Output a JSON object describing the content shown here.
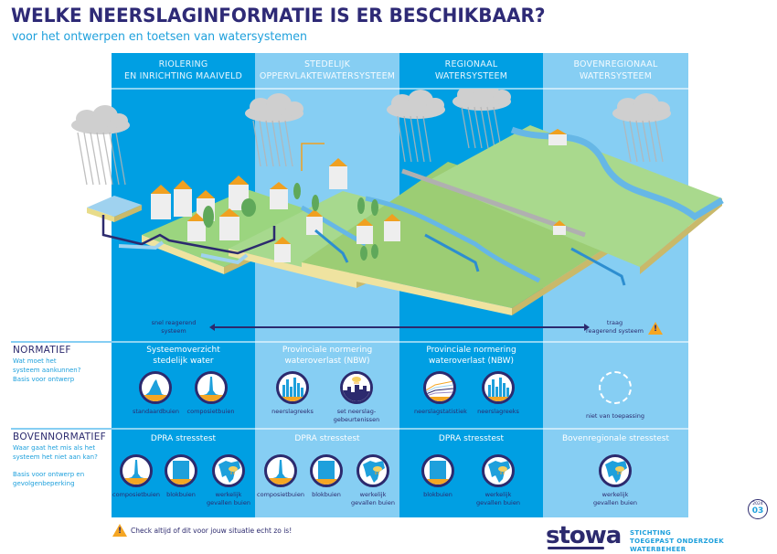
{
  "header": {
    "title": "WELKE NEERSLAGINFORMATIE IS ER BESCHIKBAAR?",
    "subtitle": "voor het ontwerpen en toetsen van watersystemen"
  },
  "colors": {
    "dark_blue": "#009fe3",
    "light_blue": "#86cef3",
    "navy": "#2c2a6e",
    "accent_cyan": "#1ea0dc",
    "warning_orange": "#f5a623"
  },
  "columns": [
    {
      "line1": "RIOLERING",
      "line2": "EN INRICHTING MAAIVELD",
      "shade": "dark"
    },
    {
      "line1": "STEDELIJK",
      "line2": "OPPERVLAKTEWATERSYSTEEM",
      "shade": "light"
    },
    {
      "line1": "REGIONAAL",
      "line2": "WATERSYSTEEM",
      "shade": "dark"
    },
    {
      "line1": "BOVENREGIONAAL",
      "line2": "WATERSYSTEEM",
      "shade": "light"
    }
  ],
  "response_scale": {
    "fast_line1": "snel reagerend",
    "fast_line2": "systeem",
    "slow_line1": "traag",
    "slow_line2": "reagerend systeem"
  },
  "rows": {
    "normatief": {
      "title": "NORMATIEF",
      "sub1": "Wat moet het",
      "sub2": "systeem aankunnen?",
      "sub3": "Basis voor ontwerp",
      "cells": [
        {
          "title1": "Systeemoverzicht",
          "title2": "stedelijk water",
          "icons": [
            {
              "icon": "standard-storm-icon",
              "label": "standaardbuien"
            },
            {
              "icon": "composite-storm-icon",
              "label": "composietbuien"
            }
          ]
        },
        {
          "title1": "Provinciale normering",
          "title2": "wateroverlast (NBW)",
          "icons": [
            {
              "icon": "rainfall-series-icon",
              "label": "neerslagreeks"
            },
            {
              "icon": "rain-event-set-icon",
              "label": "set neerslag-",
              "label2": "gebeurtenissen"
            }
          ]
        },
        {
          "title1": "Provinciale normering",
          "title2": "wateroverlast (NBW)",
          "icons": [
            {
              "icon": "rainfall-statistics-icon",
              "label": "neerslagstatistiek"
            },
            {
              "icon": "rainfall-series-icon",
              "label": "neerslagreeks"
            }
          ]
        },
        {
          "title1": "",
          "title2": "",
          "icons": [
            {
              "icon": "not-applicable-icon",
              "label": "niet van toepassing"
            }
          ]
        }
      ]
    },
    "bovennormatief": {
      "title": "BOVENNORMATIEF",
      "sub1": "Waar gaat het mis als het",
      "sub2": "systeem het niet aan kan?",
      "sub3": "Basis voor ontwerp en",
      "sub4": "gevolgenbeperking",
      "cells": [
        {
          "title1": "DPRA stresstest",
          "icons": [
            {
              "icon": "composite-storm-icon",
              "label": "composietbuien"
            },
            {
              "icon": "block-storm-icon",
              "label": "blokbuien"
            },
            {
              "icon": "observed-storm-map-icon",
              "label": "werkelijk",
              "label2": "gevallen buien"
            }
          ]
        },
        {
          "title1": "DPRA stresstest",
          "icons": [
            {
              "icon": "composite-storm-icon",
              "label": "composietbuien"
            },
            {
              "icon": "block-storm-icon",
              "label": "blokbuien"
            },
            {
              "icon": "observed-storm-map-icon",
              "label": "werkelijk",
              "label2": "gevallen buien"
            }
          ]
        },
        {
          "title1": "DPRA stresstest",
          "icons": [
            {
              "icon": "block-storm-icon",
              "label": "blokbuien"
            },
            {
              "icon": "observed-storm-map-icon",
              "label": "werkelijk",
              "label2": "gevallen buien"
            }
          ]
        },
        {
          "title1": "Bovenregionale stresstest",
          "icons": [
            {
              "icon": "observed-storm-map-icon",
              "label": "werkelijk",
              "label2": "gevallen buien"
            }
          ]
        }
      ]
    }
  },
  "footer": {
    "warning_text": "Check altijd of dit voor jouw situatie echt zo is!",
    "logo": "stowa",
    "org_line1": "STICHTING",
    "org_line2": "TOEGEPAST ONDERZOEK WATERBEHEER",
    "badge_year": "2024",
    "badge_number": "03"
  }
}
